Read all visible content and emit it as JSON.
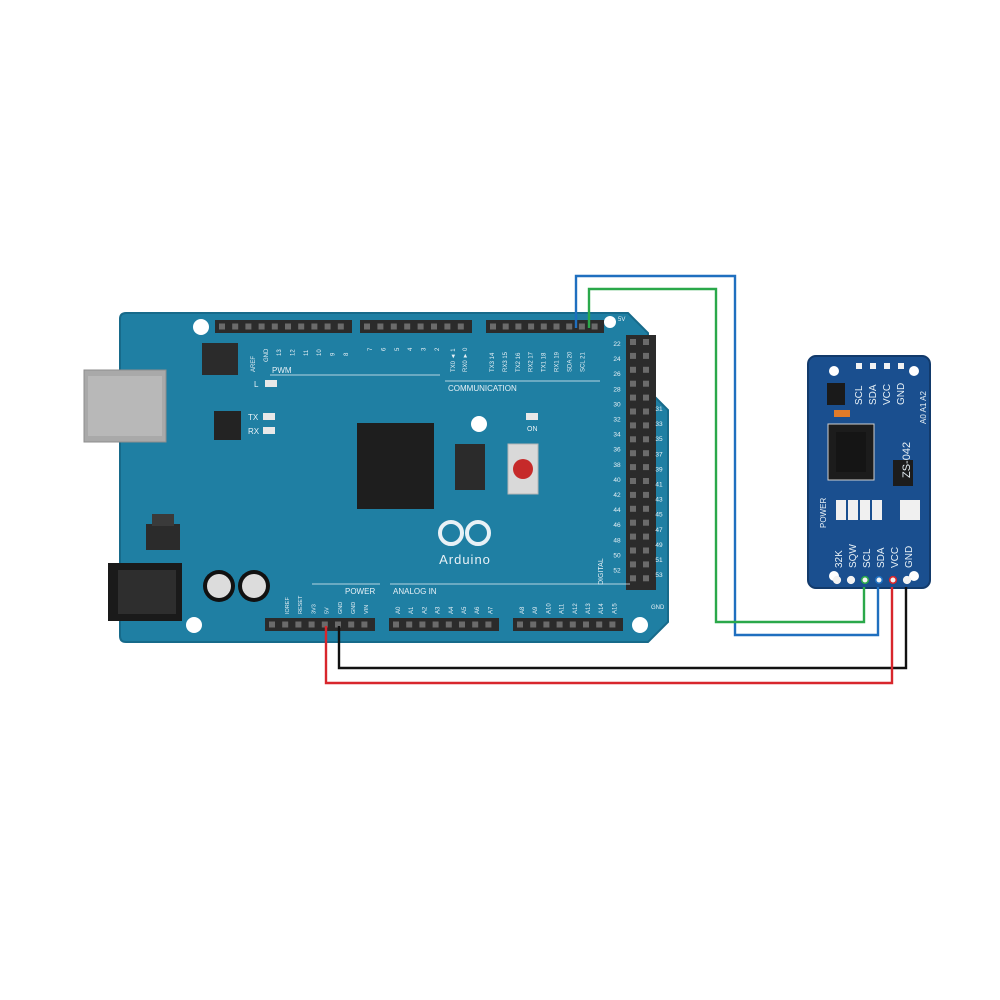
{
  "colors": {
    "board": "#1f7fa3",
    "module": "#1a4f8f",
    "wire_blue": "#1f6fbf",
    "wire_green": "#2aa84a",
    "wire_black": "#111111",
    "wire_red": "#d8262c"
  },
  "board": {
    "logo_text": "Arduino",
    "top_labels": {
      "aref": "AREF",
      "gnd": "GND",
      "pins_pwm_hi": [
        "13",
        "12",
        "11",
        "10",
        "9",
        "8"
      ],
      "pins_pwm_lo": [
        "7",
        "6",
        "5",
        "4",
        "3",
        "2"
      ],
      "txrx": [
        "TX0 ◄ 1",
        "RX0 ► 0"
      ],
      "comm_pins": [
        "TX3 14",
        "RX3 15",
        "TX2 16",
        "RX2 17",
        "TX1 18",
        "RX1 19",
        "SDA 20",
        "SCL 21"
      ]
    },
    "pwm_label": "PWM",
    "communication_label": "COMMUNICATION",
    "l_label": "L",
    "tx_label": "TX",
    "rx_label": "RX",
    "on_label": "ON",
    "digital_label": "DIGITAL",
    "power_section_label": "POWER",
    "power_pins": [
      "IOREF",
      "RESET",
      "3V3",
      "5V",
      "GND",
      "GND",
      "VIN"
    ],
    "analog_section_label": "ANALOG IN",
    "analog_pins": [
      "A0",
      "A1",
      "A2",
      "A3",
      "A4",
      "A5",
      "A6",
      "A7",
      "A8",
      "A9",
      "A10",
      "A11",
      "A12",
      "A13",
      "A14",
      "A15"
    ],
    "header_5v": "5V",
    "header_gnd": "GND",
    "header_left_nums": [
      "22",
      "24",
      "26",
      "28",
      "30",
      "32",
      "34",
      "36",
      "38",
      "40",
      "42",
      "44",
      "46",
      "48",
      "50",
      "52"
    ],
    "header_right_nums": [
      "31",
      "33",
      "35",
      "37",
      "39",
      "41",
      "43",
      "45",
      "47",
      "49",
      "51",
      "53"
    ]
  },
  "module": {
    "top_pins": [
      "SCL",
      "SDA",
      "VCC",
      "GND"
    ],
    "chip_label": "ZS-042",
    "address_label": "A0 A1 A2",
    "power_label": "POWER",
    "bottom_pins": [
      "32K",
      "SQW",
      "SCL",
      "SDA",
      "VCC",
      "GND"
    ]
  }
}
